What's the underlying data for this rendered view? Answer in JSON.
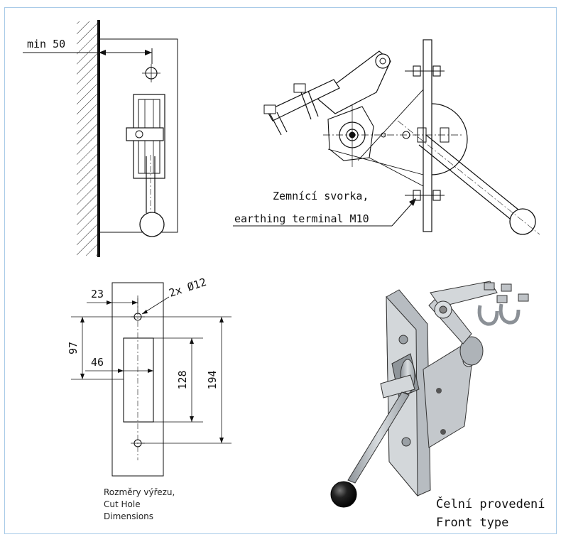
{
  "side_view": {
    "min_label": "min 50"
  },
  "top_view": {
    "terminal_label_cz": "Zemnící svorka,",
    "terminal_label_en": "earthing terminal M10"
  },
  "cut_hole": {
    "dim_23": "23",
    "dim_holes": "2x Ø12",
    "dim_97": "97",
    "dim_46": "46",
    "dim_128": "128",
    "dim_194": "194",
    "caption_line1": "Rozměry výřezu,",
    "caption_line2": "Cut Hole",
    "caption_line3": "Dimensions"
  },
  "iso_view": {
    "caption_cz": "Čelní provedení",
    "caption_en": "Front type"
  },
  "colors": {
    "frame": "#a9cbe8",
    "line": "#111111",
    "metal": "#c9cdd1",
    "knob": "#111111"
  }
}
